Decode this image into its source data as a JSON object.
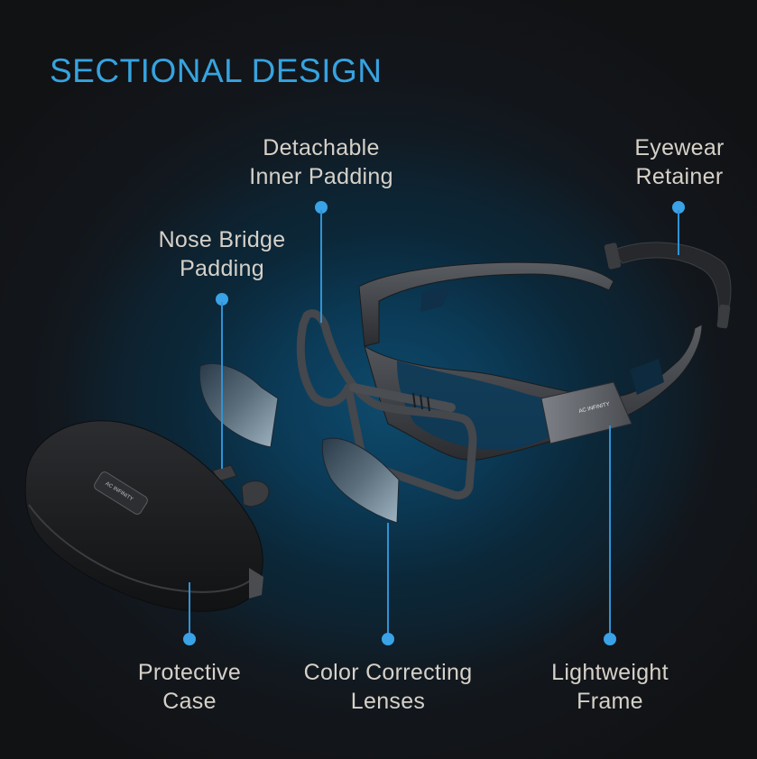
{
  "title": "SECTIONAL DESIGN",
  "colors": {
    "accent": "#36a3e0",
    "label_text": "#d6d1c8",
    "background_dark": "#111214",
    "background_glow": "#0e4a6c"
  },
  "callouts": [
    {
      "id": "detachable-inner-padding",
      "line1": "Detachable",
      "line2": "Inner Padding"
    },
    {
      "id": "eyewear-retainer",
      "line1": "Eyewear",
      "line2": "Retainer"
    },
    {
      "id": "nose-bridge-padding",
      "line1": "Nose Bridge",
      "line2": "Padding"
    },
    {
      "id": "protective-case",
      "line1": "Protective",
      "line2": "Case"
    },
    {
      "id": "color-correcting-lenses",
      "line1": "Color Correcting",
      "line2": "Lenses"
    },
    {
      "id": "lightweight-frame",
      "line1": "Lightweight",
      "line2": "Frame"
    }
  ],
  "product": {
    "case_logo": "AC INFINITY",
    "frame_logo": "AC INFINITY"
  }
}
